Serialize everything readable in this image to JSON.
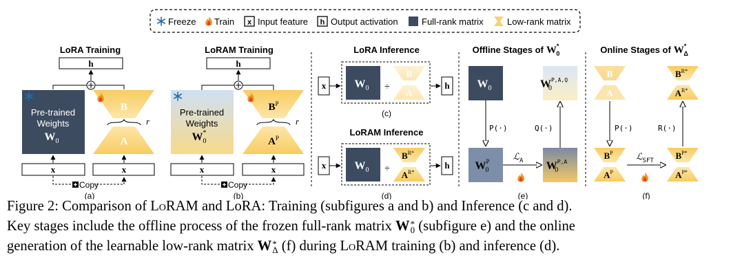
{
  "legend": {
    "freeze": "Freeze",
    "train": "Train",
    "input_feature": "Input feature",
    "output_activation": "Output activation",
    "full_rank": "Full-rank matrix",
    "low_rank": "Low-rank matrix",
    "x_symbol": "x",
    "h_symbol": "h"
  },
  "panel_a": {
    "title": "LoRA Training",
    "pretrained_1": "Pre-trained",
    "pretrained_2": "Weights",
    "w0": "W",
    "w0_sub": "0",
    "h": "h",
    "b": "B",
    "a": "A",
    "r": "r",
    "x": "x",
    "copy": "Copy",
    "label": "(a)"
  },
  "panel_b": {
    "title": "LoRAM Training",
    "pretrained_1": "Pre-trained",
    "pretrained_2": "Weights",
    "w0": "W",
    "w0_sup": "*",
    "w0_sub": "0",
    "h": "h",
    "b": "B",
    "b_sup": "P",
    "a": "A",
    "a_sup": "P",
    "r": "r",
    "x": "x",
    "copy": "Copy",
    "label": "(b)"
  },
  "panel_c": {
    "title": "LoRA Inference",
    "x": "x",
    "w0": "W",
    "w0_sub": "0",
    "b": "B",
    "a": "A",
    "h": "h",
    "label": "(c)"
  },
  "panel_d": {
    "title": "LoRAM Inference",
    "x": "x",
    "w0": "W",
    "w0_sub": "0",
    "b": "B",
    "b_sup": "R*",
    "a": "A",
    "a_sup": "R*",
    "h": "h",
    "label": "(d)"
  },
  "panel_e": {
    "title": "Offline Stages of",
    "title_w": "W",
    "title_sup": "*",
    "title_sub": "0",
    "w0": "W",
    "w0_sub": "0",
    "w0p": "W",
    "w0p_sup": "P",
    "w0p_sub": "0",
    "w0pa": "W",
    "w0pa_sup": "P,A",
    "w0pa_sub": "0",
    "w0paq": "W",
    "w0paq_sup": "P,A,Q",
    "w0paq_sub": "0",
    "p_op": "P(·)",
    "q_op": "Q(·)",
    "loss": "ℒ",
    "loss_sub": "A",
    "label": "(e)"
  },
  "panel_f": {
    "title": "Online Stages of",
    "title_w": "W",
    "title_sup": "*",
    "title_sub": "Δ",
    "b": "B",
    "a": "A",
    "bp": "B",
    "bp_sup": "P",
    "ap": "A",
    "ap_sup": "P",
    "bps": "B",
    "bps_sup": "P*",
    "aps": "A",
    "aps_sup": "P*",
    "brs": "B",
    "brs_sup": "R*",
    "ars": "A",
    "ars_sup": "R*",
    "p_op": "P(·)",
    "r_op": "R(·)",
    "loss": "ℒ",
    "loss_sub": "SFT",
    "label": "(f)"
  },
  "caption": {
    "line1_a": "Figure 2: Comparison of ",
    "line1_loram": "LoRAM",
    "line1_b": " and LoRA: Training (subfigures a and b) and Inference (c and d).",
    "line2_a": "Key stages include the offline process of the frozen full-rank matrix ",
    "line2_w": "W",
    "line2_sup": "*",
    "line2_sub": "0",
    "line2_b": " (subfigure e) and the online",
    "line3_a": "generation of the learnable low-rank matrix ",
    "line3_w": "W",
    "line3_sup": "*",
    "line3_sub": "Δ",
    "line3_b": " (f) during ",
    "line3_loram": "LoRAM",
    "line3_c": " training (b) and inference (d)."
  }
}
